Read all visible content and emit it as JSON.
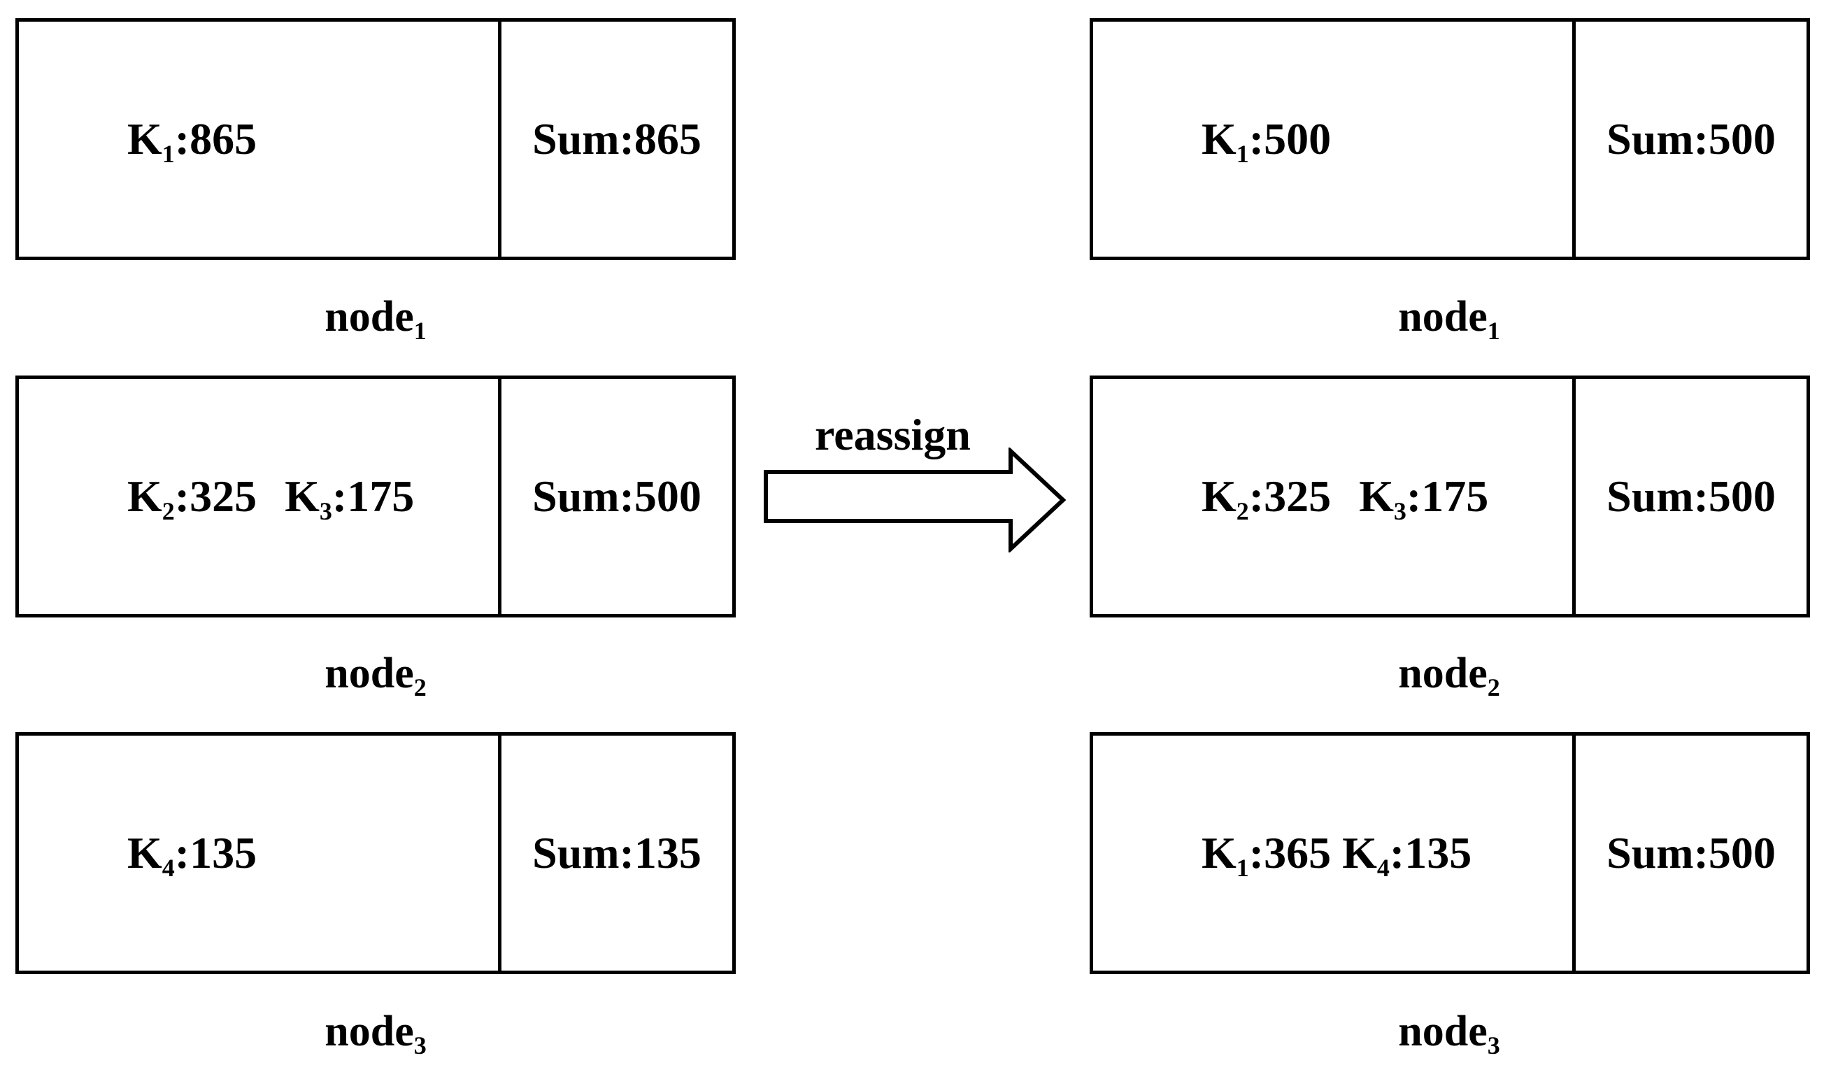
{
  "arrow_label": "reassign",
  "before": [
    {
      "label_base": "node",
      "label_sub": "1",
      "keys": [
        {
          "k": "K",
          "sub": "1",
          "v": ":865"
        }
      ],
      "sum": "Sum:865"
    },
    {
      "label_base": "node",
      "label_sub": "2",
      "keys": [
        {
          "k": "K",
          "sub": "2",
          "v": ":325"
        },
        {
          "k": "K",
          "sub": "3",
          "v": ":175"
        }
      ],
      "sum": "Sum:500"
    },
    {
      "label_base": "node",
      "label_sub": "3",
      "keys": [
        {
          "k": "K",
          "sub": "4",
          "v": ":135"
        }
      ],
      "sum": "Sum:135"
    }
  ],
  "after": [
    {
      "label_base": "node",
      "label_sub": "1",
      "keys": [
        {
          "k": "K",
          "sub": "1",
          "v": ":500"
        }
      ],
      "sum": "Sum:500"
    },
    {
      "label_base": "node",
      "label_sub": "2",
      "keys": [
        {
          "k": "K",
          "sub": "2",
          "v": ":325"
        },
        {
          "k": "K",
          "sub": "3",
          "v": ":175"
        }
      ],
      "sum": "Sum:500"
    },
    {
      "label_base": "node",
      "label_sub": "3",
      "keys": [
        {
          "k": "K",
          "sub": "1",
          "v": ":365"
        },
        {
          "k": "K",
          "sub": "4",
          "v": ":135"
        }
      ],
      "sum": "Sum:500"
    }
  ]
}
